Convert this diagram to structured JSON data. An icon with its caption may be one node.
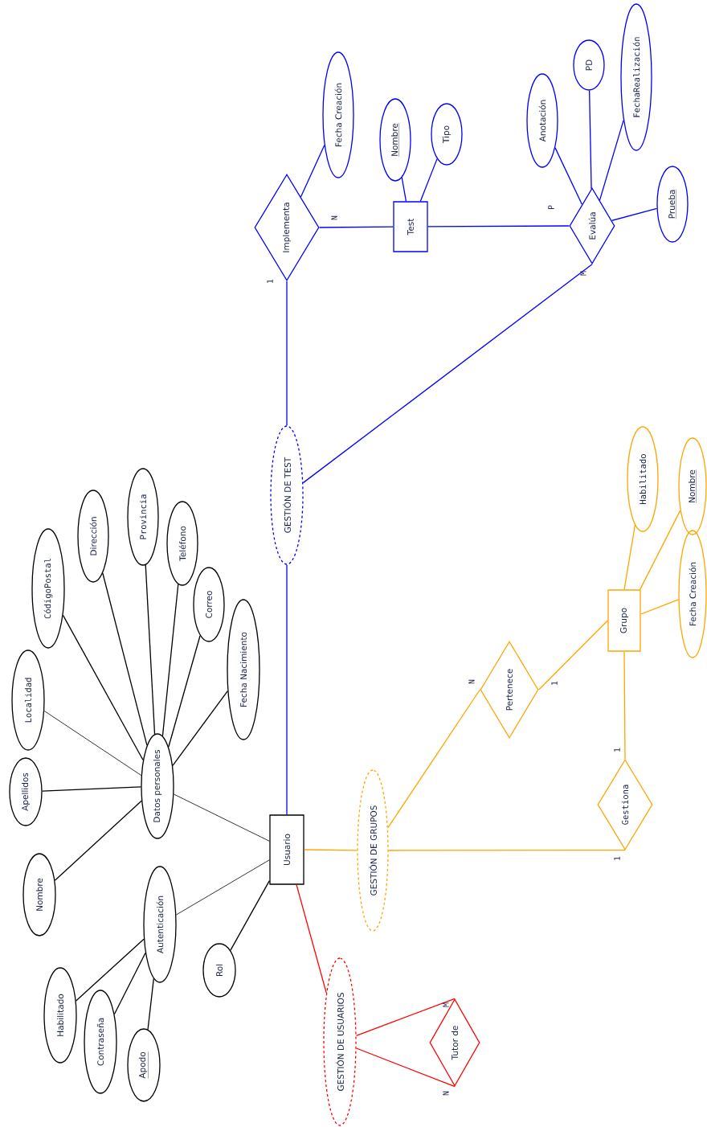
{
  "diagram": {
    "nodes": [
      {
        "text": [
          "Usuario"
        ]
      },
      {
        "text": [
          "Datos personales"
        ]
      },
      {
        "text": [
          "Autenticación"
        ]
      },
      {
        "text": [
          "Rol"
        ]
      },
      {
        "text": [
          "Nombre"
        ]
      },
      {
        "text": [
          "Apellidos"
        ]
      },
      {
        "text": [
          "Localidad"
        ]
      },
      {
        "text": [
          "CódigoPostal"
        ]
      },
      {
        "text": [
          "Dirección"
        ]
      },
      {
        "text": [
          "Provincia"
        ]
      },
      {
        "text": [
          "Teléfono"
        ]
      },
      {
        "text": [
          "Correo"
        ]
      },
      {
        "text": [
          "Fecha Nacimiento"
        ]
      },
      {
        "text": [
          "Habilitado"
        ]
      },
      {
        "text": [
          "Contraseña"
        ]
      },
      {
        "text": [
          "Apodo"
        ]
      },
      {
        "text": [
          "GESTIÓN DE USUARIOS"
        ]
      },
      {
        "text": [
          "Tutor de"
        ]
      },
      {
        "text": [
          "GESTIÓN DE GRUPOS"
        ]
      },
      {
        "text": [
          "Pertenece"
        ]
      },
      {
        "text": [
          "Gestiona"
        ]
      },
      {
        "text": [
          "Grupo"
        ]
      },
      {
        "text": [
          "Habilitado"
        ]
      },
      {
        "text": [
          "Nombre"
        ]
      },
      {
        "text": [
          "Fecha Creación"
        ]
      },
      {
        "text": [
          "GESTIÓN DE TEST"
        ]
      },
      {
        "text": [
          "Implementa"
        ]
      },
      {
        "text": [
          "Fecha Creación"
        ]
      },
      {
        "text": [
          "Test"
        ]
      },
      {
        "text": [
          "Nombre"
        ]
      },
      {
        "text": [
          "Tipo"
        ]
      },
      {
        "text": [
          "Evalúa"
        ]
      },
      {
        "text": [
          "Anotación"
        ]
      },
      {
        "text": [
          "PD"
        ]
      },
      {
        "text": [
          "FechaRealización"
        ]
      },
      {
        "text": [
          "Prueba"
        ]
      }
    ],
    "edges": [
      {
        "from": 0,
        "to": 1,
        "arrow": "none"
      },
      {
        "from": 0,
        "to": 2,
        "arrow": "none"
      },
      {
        "from": 0,
        "to": 3,
        "arrow": "none"
      },
      {
        "from": 1,
        "to": 4,
        "arrow": "none"
      },
      {
        "from": 1,
        "to": 5,
        "arrow": "none"
      },
      {
        "from": 1,
        "to": 6,
        "arrow": "none"
      },
      {
        "from": 1,
        "to": 7,
        "arrow": "none"
      },
      {
        "from": 1,
        "to": 8,
        "arrow": "none"
      },
      {
        "from": 1,
        "to": 9,
        "arrow": "none"
      },
      {
        "from": 1,
        "to": 10,
        "arrow": "none"
      },
      {
        "from": 1,
        "to": 11,
        "arrow": "none"
      },
      {
        "from": 1,
        "to": 12,
        "arrow": "none"
      },
      {
        "from": 2,
        "to": 13,
        "arrow": "none"
      },
      {
        "from": 2,
        "to": 14,
        "arrow": "none"
      },
      {
        "from": 2,
        "to": 15,
        "arrow": "none"
      },
      {
        "from": 0,
        "to": 16,
        "arrow": "none",
        "color": "#ff0000"
      },
      {
        "from": 16,
        "to": 17,
        "arrow": "none",
        "label": "M",
        "color": "#ff0000"
      },
      {
        "from": 16,
        "to": 17,
        "arrow": "none",
        "label": "N",
        "color": "#ff0000"
      },
      {
        "from": 0,
        "to": 18,
        "arrow": "none",
        "color": "#ffa500"
      },
      {
        "from": 18,
        "to": 19,
        "arrow": "none",
        "label": "N",
        "color": "#ffa500"
      },
      {
        "from": 19,
        "to": 21,
        "arrow": "none",
        "label": "1",
        "color": "#ffa500"
      },
      {
        "from": 18,
        "to": 20,
        "arrow": "none",
        "label": "1",
        "color": "#ffa500"
      },
      {
        "from": 20,
        "to": 21,
        "arrow": "none",
        "label": "1",
        "color": "#ffa500"
      },
      {
        "from": 21,
        "to": 22,
        "arrow": "none",
        "color": "#ffa500"
      },
      {
        "from": 21,
        "to": 23,
        "arrow": "none",
        "color": "#ffa500"
      },
      {
        "from": 21,
        "to": 24,
        "arrow": "none",
        "color": "#ffa500"
      },
      {
        "from": 0,
        "to": 25,
        "arrow": "none",
        "color": "#0000ff"
      },
      {
        "from": 25,
        "to": 26,
        "arrow": "none",
        "label": "1",
        "color": "#0000ff"
      },
      {
        "from": 26,
        "to": 27,
        "arrow": "none",
        "color": "#0000ff"
      },
      {
        "from": 26,
        "to": 28,
        "arrow": "none",
        "label": "N",
        "color": "#0000ff"
      },
      {
        "from": 28,
        "to": 29,
        "arrow": "none",
        "color": "#0000ff"
      },
      {
        "from": 28,
        "to": 30,
        "arrow": "none",
        "color": "#0000ff"
      },
      {
        "from": 28,
        "to": 31,
        "arrow": "none",
        "label": "P",
        "color": "#0000ff"
      },
      {
        "from": 25,
        "to": 31,
        "arrow": "none",
        "label": "M",
        "color": "#0000ff"
      },
      {
        "from": 31,
        "to": 32,
        "arrow": "none",
        "color": "#0000ff"
      },
      {
        "from": 31,
        "to": 33,
        "arrow": "none",
        "color": "#0000ff"
      },
      {
        "from": 31,
        "to": 34,
        "arrow": "none",
        "color": "#0000ff"
      },
      {
        "from": 31,
        "to": 35,
        "arrow": "none",
        "color": "#0000ff"
      }
    ]
  }
}
